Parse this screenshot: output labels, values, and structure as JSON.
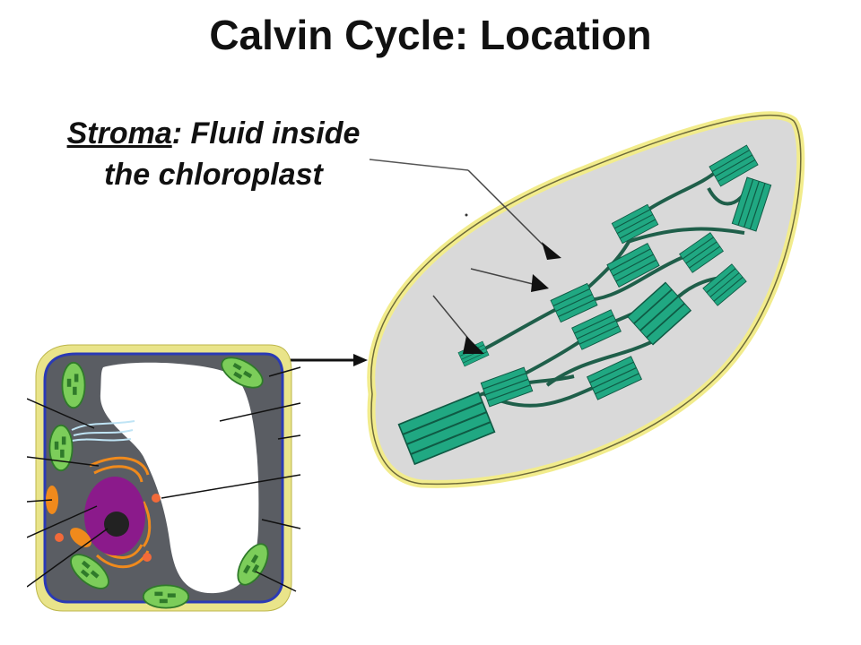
{
  "slide": {
    "title": "Calvin Cycle: Location"
  },
  "caption": {
    "term": "Stroma",
    "rest_line1": ": Fluid inside",
    "line2": "the chloroplast"
  },
  "colors": {
    "chloroplast_fill": "#d9d9d9",
    "chloroplast_outline": "#f2ec8c",
    "grana": "#20a882",
    "cell_wall": "#e9e48a",
    "cytoplasm": "#5a5d63",
    "nucleus": "#8b1a8b",
    "golgi": "#f08a1c",
    "cell_chloroplast": "#7ccd5a",
    "membrane": "#2a3ab5"
  },
  "icons": {
    "pointer_arrows": "triangle-arrowhead",
    "zoom_arrow": "right-arrow"
  }
}
